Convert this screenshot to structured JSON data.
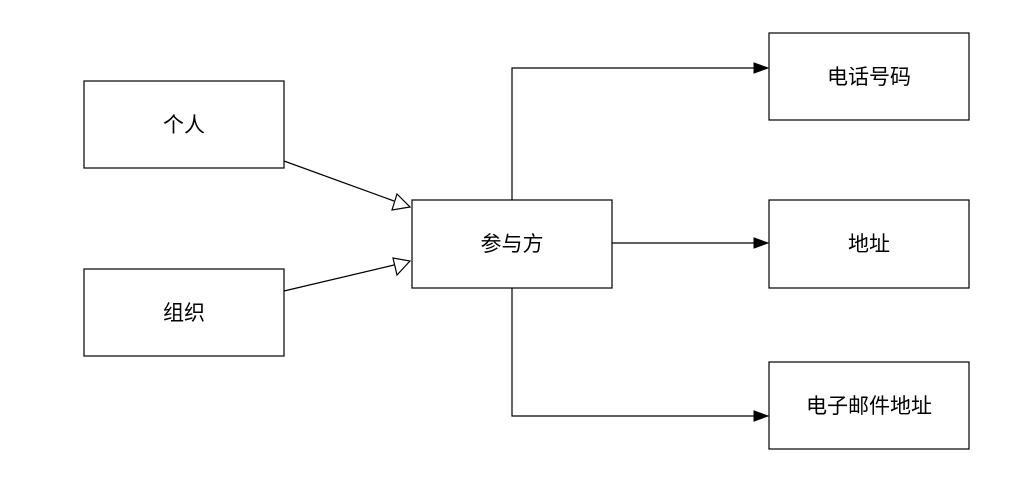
{
  "nodes": {
    "individual": "个人",
    "organization": "组织",
    "party": "参与方",
    "phone": "电话号码",
    "address": "地址",
    "email": "电子邮件地址"
  },
  "relations": [
    {
      "from": "individual",
      "to": "party",
      "type": "generalization"
    },
    {
      "from": "organization",
      "to": "party",
      "type": "generalization"
    },
    {
      "from": "party",
      "to": "phone",
      "type": "association"
    },
    {
      "from": "party",
      "to": "address",
      "type": "association"
    },
    {
      "from": "party",
      "to": "email",
      "type": "association"
    }
  ]
}
